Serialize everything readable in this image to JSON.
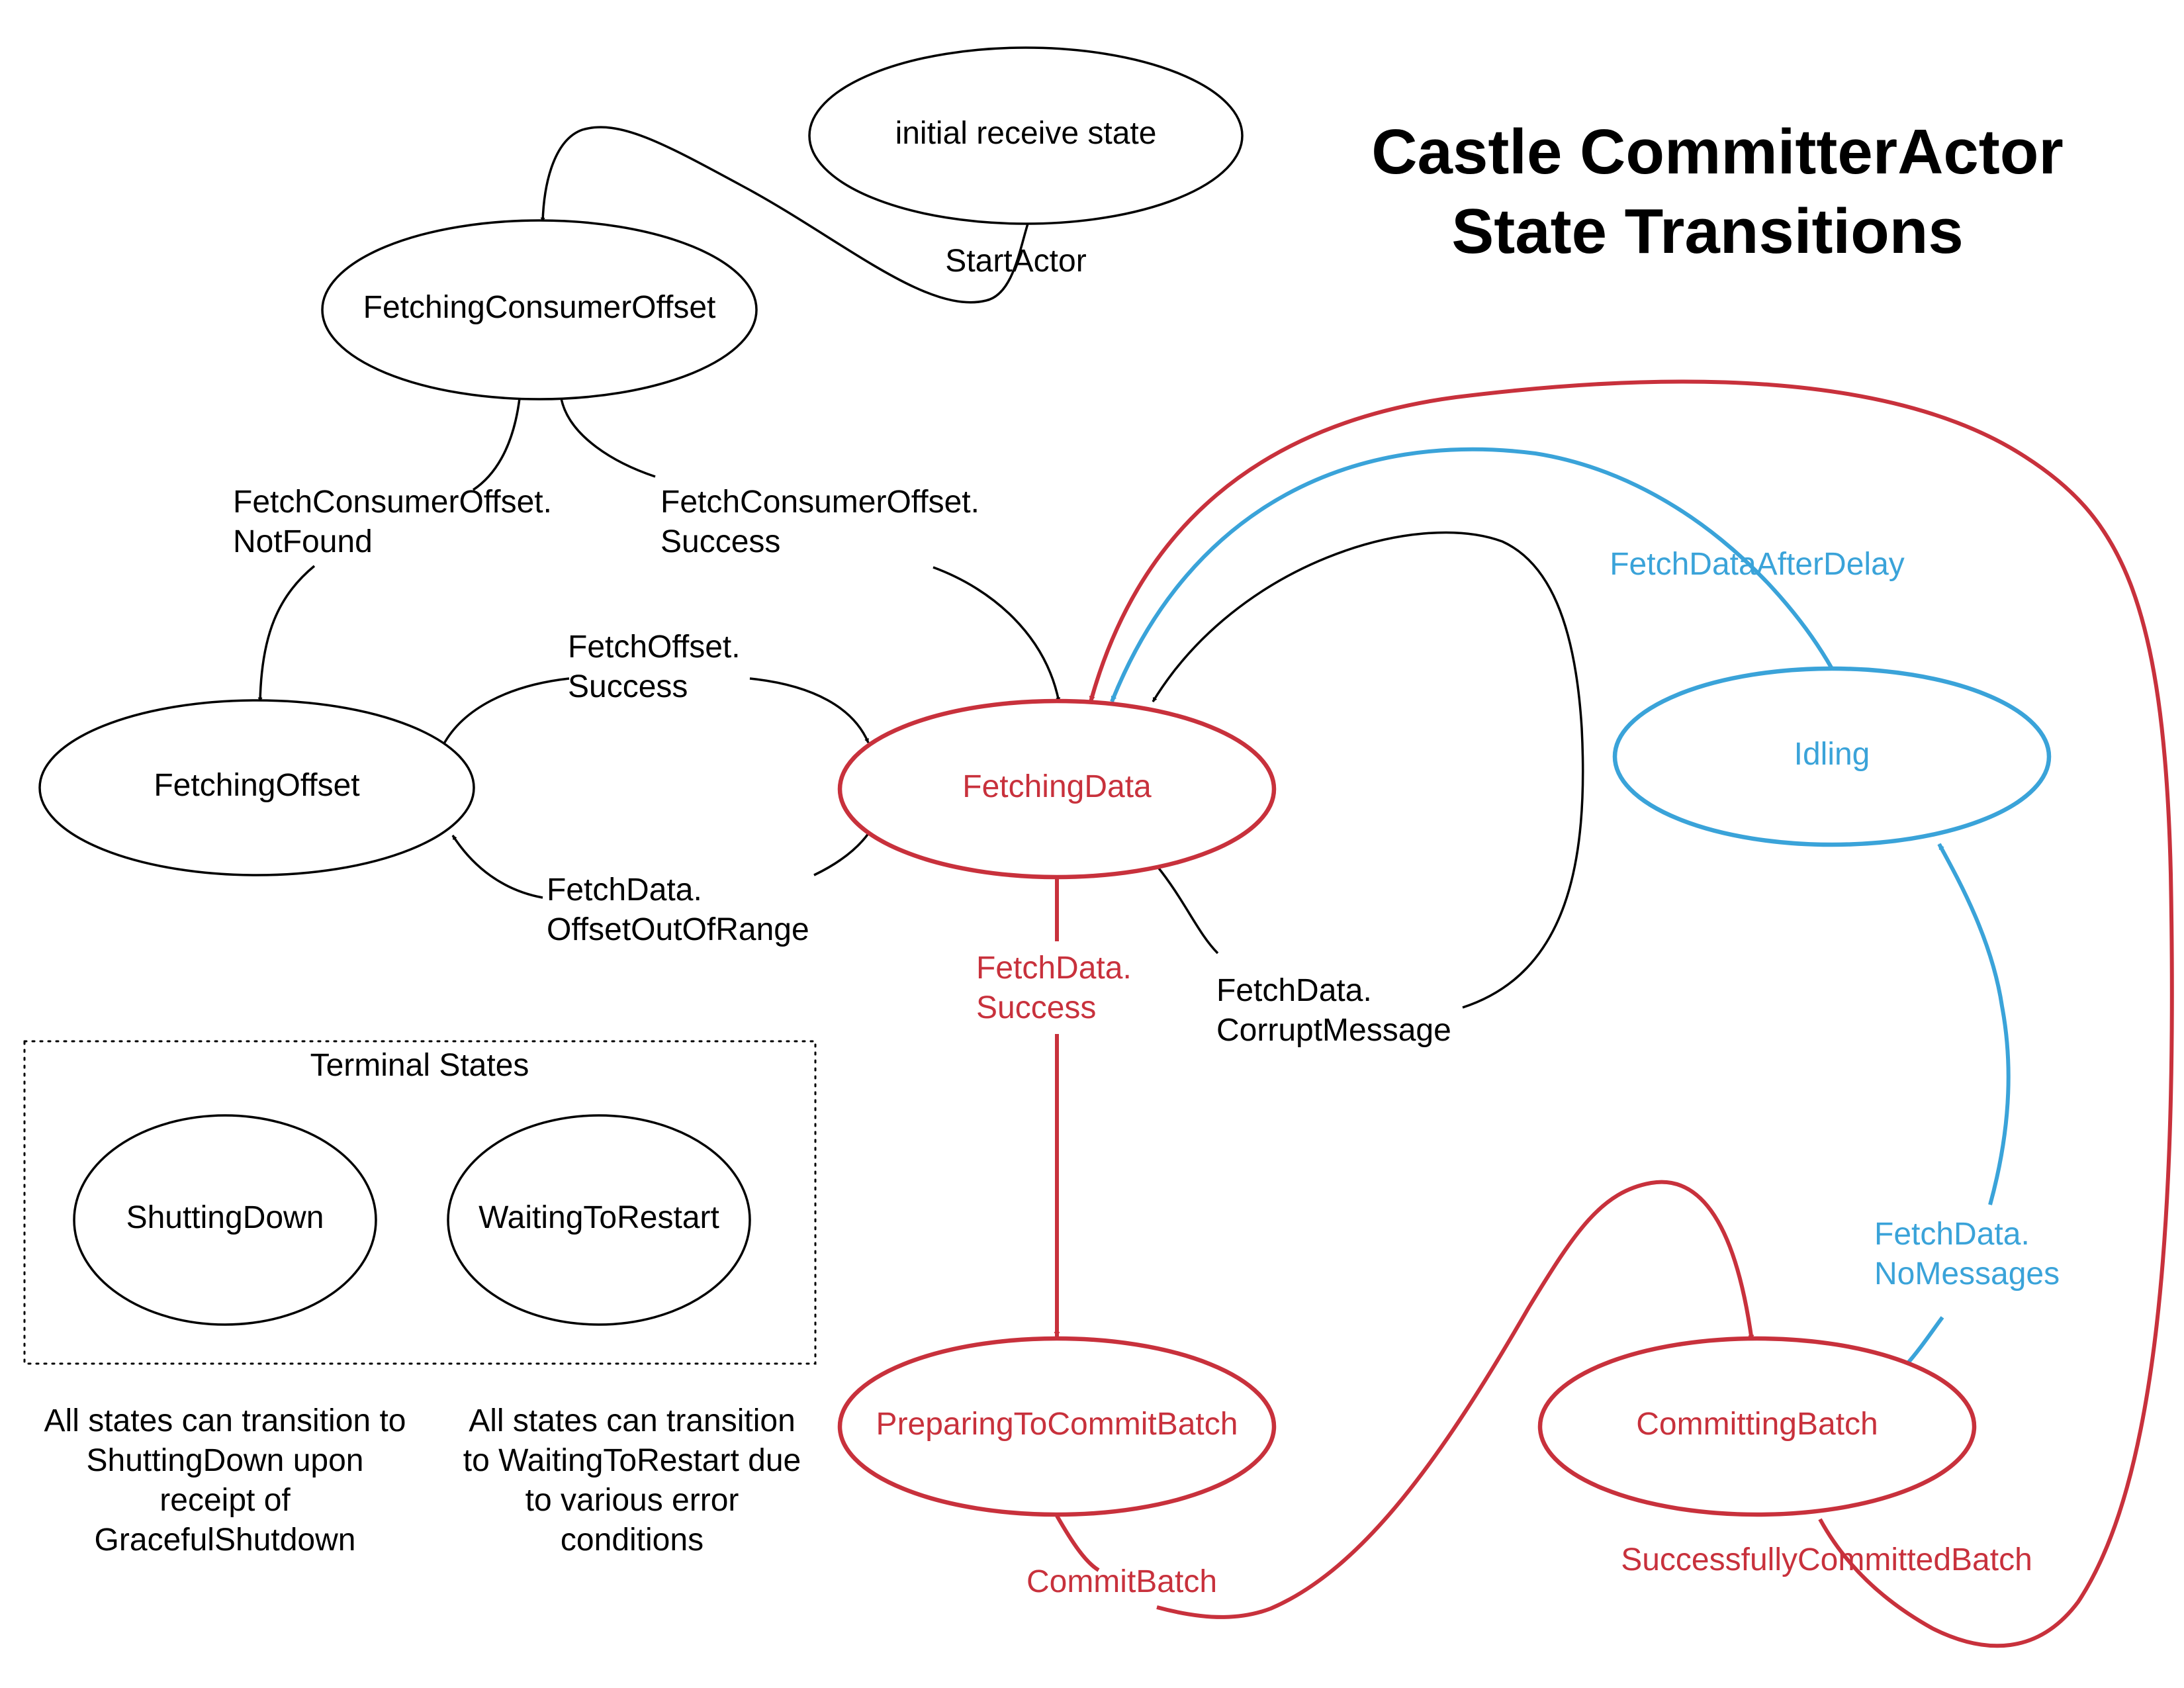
{
  "title": {
    "line1": "Castle CommitterActor",
    "line2": "State Transitions"
  },
  "colors": {
    "black": "#000000",
    "red": "#c8313c",
    "blue": "#3aa3d9",
    "background": "#ffffff"
  },
  "states": {
    "initial": "initial receive state",
    "fetching_consumer_offset": "FetchingConsumerOffset",
    "fetching_offset": "FetchingOffset",
    "fetching_data": "FetchingData",
    "idling": "Idling",
    "preparing_to_commit_batch": "PreparingToCommitBatch",
    "committing_batch": "CommittingBatch",
    "shutting_down": "ShuttingDown",
    "waiting_to_restart": "WaitingToRestart"
  },
  "transitions": {
    "start_actor": "StartActor",
    "fetch_consumer_offset_not_found": [
      "FetchConsumerOffset.",
      "NotFound"
    ],
    "fetch_consumer_offset_success": [
      "FetchConsumerOffset.",
      "Success"
    ],
    "fetch_offset_success": [
      "FetchOffset.",
      "Success"
    ],
    "fetch_data_offset_out_of_range": [
      "FetchData.",
      "OffsetOutOfRange"
    ],
    "fetch_data_success": [
      "FetchData.",
      "Success"
    ],
    "fetch_data_corrupt_message": [
      "FetchData.",
      "CorruptMessage"
    ],
    "fetch_data_after_delay": "FetchDataAfterDelay",
    "fetch_data_no_messages": [
      "FetchData.",
      "NoMessages"
    ],
    "commit_batch": "CommitBatch",
    "successfully_committed_batch": "SuccessfullyCommittedBatch"
  },
  "terminal": {
    "heading": "Terminal States",
    "shutting_down_note": [
      "All states can transition to",
      "ShuttingDown upon",
      "receipt of",
      "GracefulShutdown"
    ],
    "waiting_to_restart_note": [
      "All states can transition",
      "to WaitingToRestart due",
      "to various error",
      "conditions"
    ]
  }
}
